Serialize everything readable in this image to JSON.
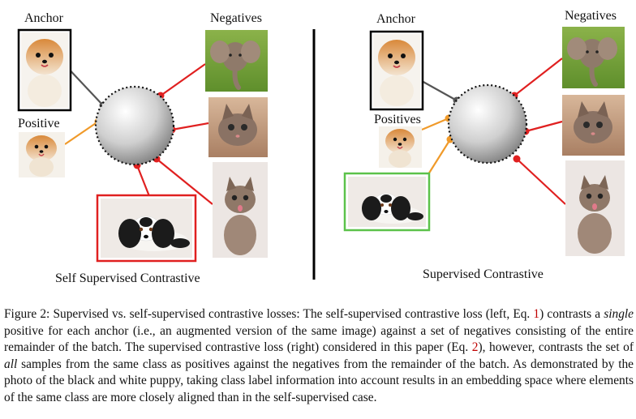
{
  "left_panel": {
    "anchor_label": "Anchor",
    "negatives_label": "Negatives",
    "positive_label": "Positive",
    "title": "Self Supervised Contrastive"
  },
  "right_panel": {
    "anchor_label": "Anchor",
    "negatives_label": "Negatives",
    "positives_label": "Positives",
    "title": "Supervised Contrastive"
  },
  "colors": {
    "negative_link": "#e02020",
    "positive_link": "#f09a2a",
    "anchor_link": "#555555",
    "highlight_negative_border": "#e02020",
    "highlight_positive_border": "#5cc24a"
  },
  "caption": {
    "p1": "Figure 2: Supervised vs. self-supervised contrastive losses: The self-supervised contrastive loss (left, Eq. ",
    "ref1": "1",
    "p2": ") contrasts a ",
    "em1": "single",
    "p3": " positive for each anchor (i.e., an augmented version of the same image) against a set of negatives consisting of the entire remainder of the batch. The supervised contrastive loss (right) considered in this paper (Eq. ",
    "ref2": "2",
    "p4": "), however, contrasts the set of ",
    "em2": "all",
    "p5": " samples from the same class as positives against the negatives from the remainder of the batch. As demonstrated by the photo of the black and white puppy, taking class label information into account results in an embedding space where elements of the same class are more closely aligned than in the self-supervised case."
  }
}
